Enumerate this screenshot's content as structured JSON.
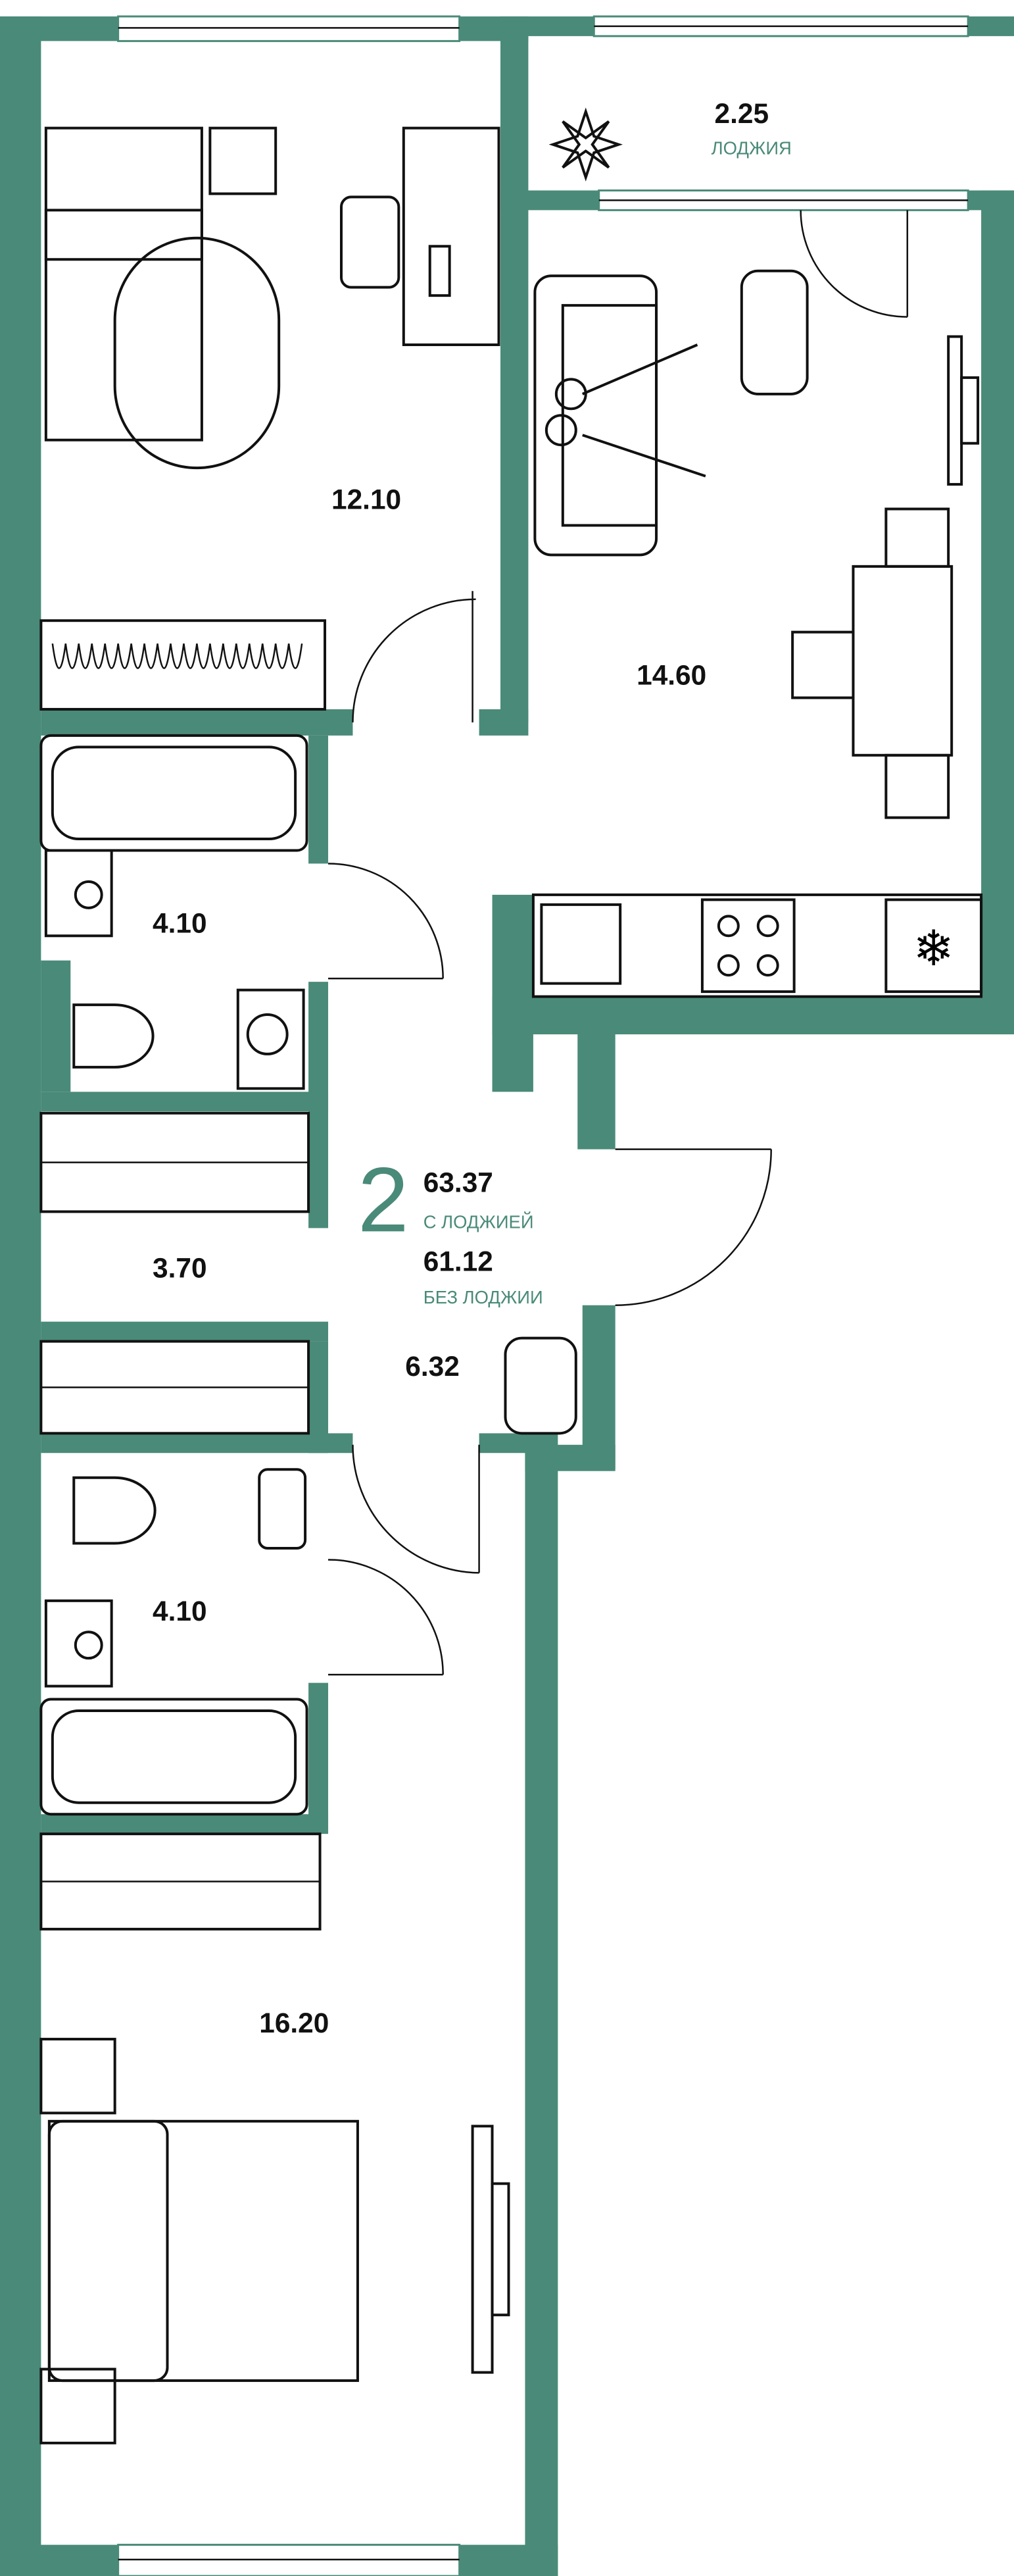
{
  "plan": {
    "rooms_count": "2",
    "total_area": "63.37",
    "total_label": "С ЛОДЖИЕЙ",
    "area_without_loggia": "61.12",
    "without_label": "БЕЗ ЛОДЖИИ"
  },
  "rooms": {
    "loggia_area": "2.25",
    "loggia_label": "ЛОДЖИЯ",
    "bedroom_top": "12.10",
    "living_kitchen": "14.60",
    "bath_top": "4.10",
    "wardrobe": "3.70",
    "hall": "6.32",
    "bath_bottom": "4.10",
    "bedroom_bottom": "16.20"
  },
  "colors": {
    "wall": "#4a8a78",
    "text": "#111111"
  }
}
